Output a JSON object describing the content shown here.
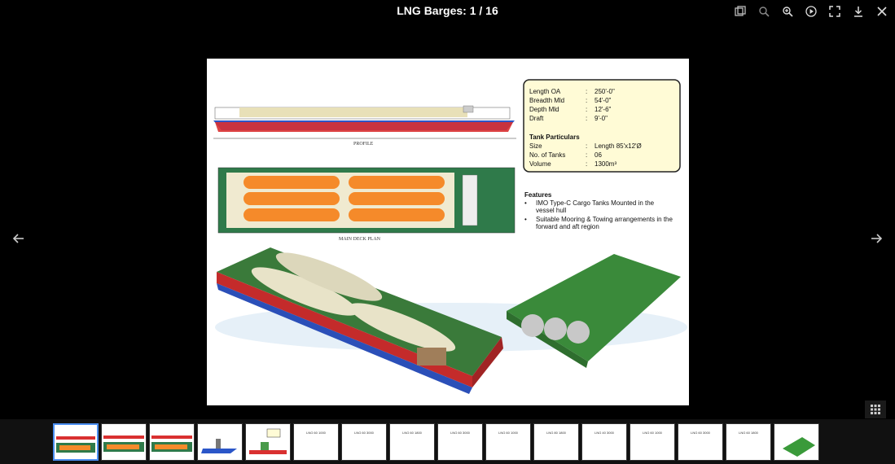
{
  "title": "LNG Barges: 1 / 16",
  "toolbar": {
    "buttons": [
      "share-icon",
      "zoom-out-icon",
      "zoom-in-icon",
      "play-icon",
      "fullscreen-icon",
      "download-icon",
      "close-icon"
    ]
  },
  "slide": {
    "profile_label": "PROFILE",
    "deck_label": "MAIN DECK PLAN",
    "specs": [
      {
        "k": "Length OA",
        "v": "250'-0\""
      },
      {
        "k": "Breadth Mld",
        "v": "54'-0\""
      },
      {
        "k": "Depth Mld",
        "v": "12'-6\""
      },
      {
        "k": "Draft",
        "v": "9'-0\""
      }
    ],
    "tank_heading": "Tank Particulars",
    "tank_specs": [
      {
        "k": "Size",
        "v": "Length 85'x12'Ø"
      },
      {
        "k": "No. of Tanks",
        "v": "06"
      },
      {
        "k": "Volume",
        "v": "1300m³"
      }
    ],
    "features_heading": "Features",
    "features": [
      [
        "IMO Type-C Cargo Tanks Mounted in the",
        "vessel hull"
      ],
      [
        "Suitable Mooring & Towing arrangements in the",
        "forward and aft region"
      ]
    ]
  },
  "thumbnails": [
    {
      "label": ""
    },
    {
      "label": ""
    },
    {
      "label": ""
    },
    {
      "label": ""
    },
    {
      "label": ""
    },
    {
      "label": "LNG 60 1000"
    },
    {
      "label": "LNG 60 3000"
    },
    {
      "label": "LNG 60 1800"
    },
    {
      "label": "LNG 60 3000"
    },
    {
      "label": "LNG 60 1000"
    },
    {
      "label": "LNG 80 1800"
    },
    {
      "label": "LNG 40 3000"
    },
    {
      "label": "LNG 60 1000"
    },
    {
      "label": "LNG 60 3000"
    },
    {
      "label": "LNG 60 1800"
    },
    {
      "label": ""
    }
  ]
}
